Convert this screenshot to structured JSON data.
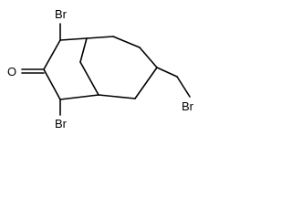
{
  "molecule": {
    "atoms": {
      "br_top": "Br",
      "oxygen": "O",
      "br_bottom": "Br",
      "br_side": "Br"
    }
  }
}
